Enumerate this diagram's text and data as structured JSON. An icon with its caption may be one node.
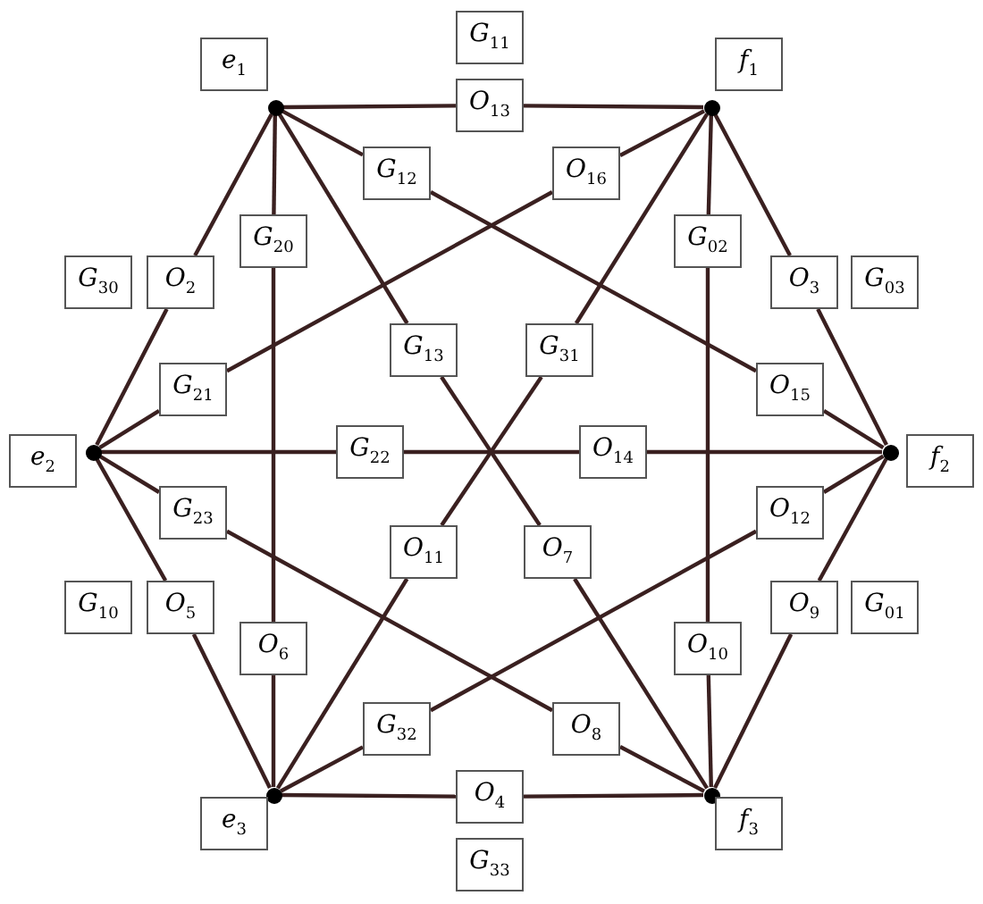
{
  "diagram": {
    "nodes": [
      {
        "text": [
          "G$_{11}$"
        ]
      },
      {
        "text": [
          "e$_{1}$"
        ]
      },
      {
        "text": [
          "f$_{1}$"
        ]
      },
      {
        "text": [],
        "shape": "circle"
      },
      {
        "text": [
          "O$_{13}$"
        ]
      },
      {
        "text": [],
        "shape": "circle"
      },
      {
        "text": [
          "G$_{12}$"
        ]
      },
      {
        "text": [
          "O$_{16}$"
        ]
      },
      {
        "text": [
          "G$_{20}$"
        ]
      },
      {
        "text": [
          "G$_{02}$"
        ]
      },
      {
        "text": [
          "G$_{30}$"
        ]
      },
      {
        "text": [
          "O$_{2}$"
        ]
      },
      {
        "text": [
          "O$_{3}$"
        ]
      },
      {
        "text": [
          "G$_{03}$"
        ]
      },
      {
        "text": [
          "G$_{13}$"
        ]
      },
      {
        "text": [
          "G$_{31}$"
        ]
      },
      {
        "text": [
          "G$_{21}$"
        ]
      },
      {
        "text": [
          "O$_{15}$"
        ]
      },
      {
        "text": [],
        "shape": "circle"
      },
      {
        "text": [
          "G$_{22}$"
        ]
      },
      {
        "text": [
          "O$_{14}$"
        ]
      },
      {
        "text": [],
        "shape": "circle"
      },
      {
        "text": [
          "e$_{2}$"
        ]
      },
      {
        "text": [
          "f$_{2}$"
        ]
      },
      {
        "text": [
          "G$_{23}$"
        ]
      },
      {
        "text": [
          "O$_{12}$"
        ]
      },
      {
        "text": [
          "O$_{11}$"
        ]
      },
      {
        "text": [
          "O$_{7}$"
        ]
      },
      {
        "text": [
          "G$_{10}$"
        ]
      },
      {
        "text": [
          "O$_{5}$"
        ]
      },
      {
        "text": [
          "O$_{9}$"
        ]
      },
      {
        "text": [
          "G$_{01}$"
        ]
      },
      {
        "text": [
          "O$_{6}$"
        ]
      },
      {
        "text": [
          "O$_{10}$"
        ]
      },
      {
        "text": [
          "G$_{32}$"
        ]
      },
      {
        "text": [
          "O$_{8}$"
        ]
      },
      {
        "text": [],
        "shape": "circle"
      },
      {
        "text": [
          "O$_{4}$"
        ]
      },
      {
        "text": [],
        "shape": "circle"
      },
      {
        "text": [
          "e$_{3}$"
        ]
      },
      {
        "text": [
          "f$_{3}$"
        ]
      },
      {
        "text": [
          "G$_{33}$"
        ]
      }
    ],
    "edges": [
      {
        "from": 3,
        "to": 4,
        "arrow": "none"
      },
      {
        "from": 4,
        "to": 5,
        "arrow": "none"
      },
      {
        "from": 3,
        "to": 11,
        "arrow": "none"
      },
      {
        "from": 11,
        "to": 18,
        "arrow": "none"
      },
      {
        "from": 18,
        "to": 29,
        "arrow": "none"
      },
      {
        "from": 29,
        "to": 36,
        "arrow": "none"
      },
      {
        "from": 36,
        "to": 37,
        "arrow": "none"
      },
      {
        "from": 37,
        "to": 38,
        "arrow": "none"
      },
      {
        "from": 38,
        "to": 30,
        "arrow": "none"
      },
      {
        "from": 30,
        "to": 21,
        "arrow": "none"
      },
      {
        "from": 21,
        "to": 12,
        "arrow": "none"
      },
      {
        "from": 12,
        "to": 5,
        "arrow": "none"
      },
      {
        "from": 3,
        "to": 8,
        "arrow": "none"
      },
      {
        "from": 8,
        "to": 32,
        "arrow": "none"
      },
      {
        "from": 32,
        "to": 36,
        "arrow": "none"
      },
      {
        "from": 5,
        "to": 9,
        "arrow": "none"
      },
      {
        "from": 9,
        "to": 33,
        "arrow": "none"
      },
      {
        "from": 33,
        "to": 38,
        "arrow": "none"
      },
      {
        "from": 18,
        "to": 19,
        "arrow": "none"
      },
      {
        "from": 19,
        "to": 20,
        "arrow": "none"
      },
      {
        "from": 20,
        "to": 21,
        "arrow": "none"
      },
      {
        "from": 3,
        "to": 6,
        "arrow": "none"
      },
      {
        "from": 6,
        "to": 17,
        "arrow": "none"
      },
      {
        "from": 17,
        "to": 21,
        "arrow": "none"
      },
      {
        "from": 3,
        "to": 14,
        "arrow": "none"
      },
      {
        "from": 14,
        "to": 27,
        "arrow": "none"
      },
      {
        "from": 27,
        "to": 38,
        "arrow": "none"
      },
      {
        "from": 18,
        "to": 16,
        "arrow": "none"
      },
      {
        "from": 16,
        "to": 7,
        "arrow": "none"
      },
      {
        "from": 7,
        "to": 5,
        "arrow": "none"
      },
      {
        "from": 18,
        "to": 24,
        "arrow": "none"
      },
      {
        "from": 24,
        "to": 35,
        "arrow": "none"
      },
      {
        "from": 35,
        "to": 38,
        "arrow": "none"
      },
      {
        "from": 36,
        "to": 34,
        "arrow": "none"
      },
      {
        "from": 34,
        "to": 25,
        "arrow": "none"
      },
      {
        "from": 25,
        "to": 21,
        "arrow": "none"
      },
      {
        "from": 36,
        "to": 26,
        "arrow": "none"
      },
      {
        "from": 26,
        "to": 15,
        "arrow": "none"
      },
      {
        "from": 15,
        "to": 5,
        "arrow": "none"
      }
    ]
  }
}
